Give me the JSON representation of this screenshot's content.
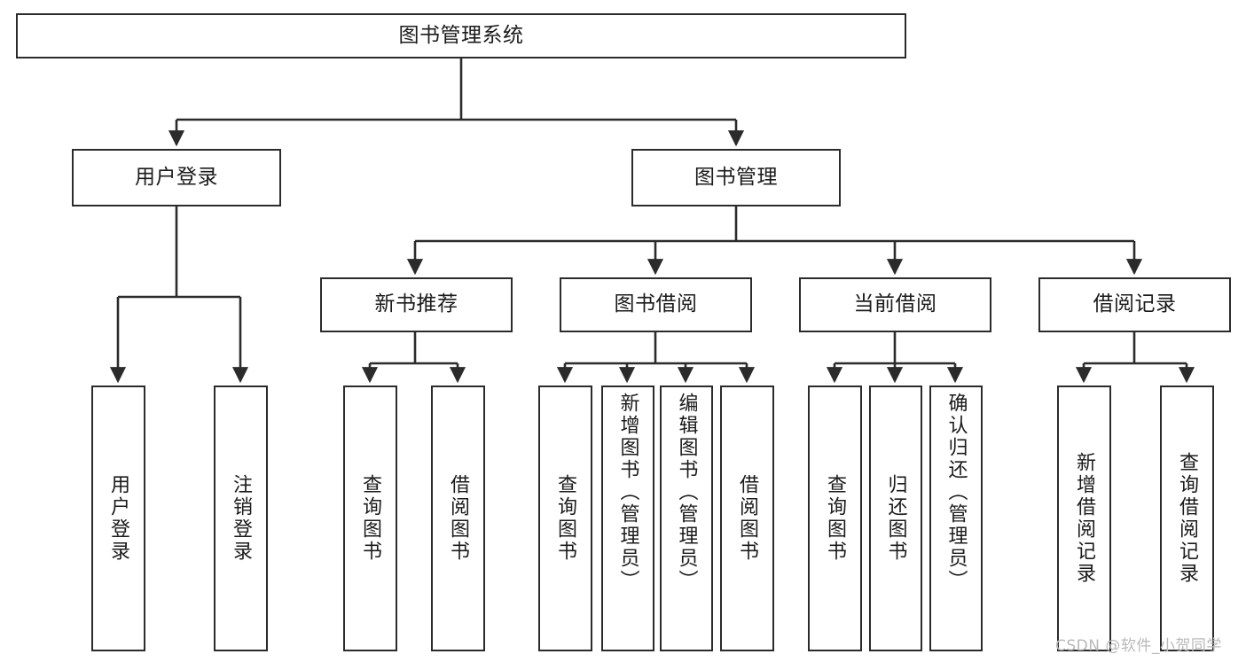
{
  "diagram": {
    "title": "图书管理系统",
    "type": "hierarchy-tree",
    "background": "#ffffff",
    "line_color": "#2b2b2b",
    "text_color": "#1b1b1b"
  },
  "nodes": {
    "root": {
      "label": "图书管理系统"
    },
    "level2": [
      {
        "id": "user-login",
        "label": "用户登录"
      },
      {
        "id": "book-management",
        "label": "图书管理"
      }
    ],
    "level3": [
      {
        "id": "new-book-recommend",
        "label": "新书推荐"
      },
      {
        "id": "book-borrow",
        "label": "图书借阅"
      },
      {
        "id": "current-borrow",
        "label": "当前借阅"
      },
      {
        "id": "borrow-record",
        "label": "借阅记录"
      }
    ],
    "leaves": {
      "user_login": [
        {
          "id": "leaf-user-login",
          "label": "用户登录"
        },
        {
          "id": "leaf-user-logout",
          "label": "注销登录"
        }
      ],
      "new_book_recommend": [
        {
          "id": "leaf-query-book-1",
          "label": "查询图书"
        },
        {
          "id": "leaf-borrow-book-1",
          "label": "借阅图书"
        }
      ],
      "book_borrow": [
        {
          "id": "leaf-query-book-2",
          "label": "查询图书"
        },
        {
          "id": "leaf-add-book",
          "label": "新增图书（管理员）"
        },
        {
          "id": "leaf-edit-book",
          "label": "编辑图书（管理员）"
        },
        {
          "id": "leaf-borrow-book-2",
          "label": "借阅图书"
        }
      ],
      "current_borrow": [
        {
          "id": "leaf-query-book-3",
          "label": "查询图书"
        },
        {
          "id": "leaf-return-book",
          "label": "归还图书"
        },
        {
          "id": "leaf-confirm-return",
          "label": "确认归还（管理员）"
        }
      ],
      "borrow_record": [
        {
          "id": "leaf-add-record",
          "label": "新增借阅记录"
        },
        {
          "id": "leaf-query-record",
          "label": "查询借阅记录"
        }
      ]
    }
  },
  "watermark": {
    "text": "CSDN @软件_小贺同学"
  },
  "chart_data": {
    "type": "table",
    "title": "图书管理系统",
    "xlabel": "",
    "ylabel": "",
    "tree": [
      {
        "label": "图书管理系统",
        "level": 1,
        "children": [
          {
            "label": "用户登录",
            "level": 2,
            "children": [
              {
                "label": "用户登录",
                "level": 3,
                "children": []
              },
              {
                "label": "注销登录",
                "level": 3,
                "children": []
              }
            ]
          },
          {
            "label": "图书管理",
            "level": 2,
            "children": [
              {
                "label": "新书推荐",
                "level": 3,
                "children": [
                  {
                    "label": "查询图书",
                    "level": 4,
                    "children": []
                  },
                  {
                    "label": "借阅图书",
                    "level": 4,
                    "children": []
                  }
                ]
              },
              {
                "label": "图书借阅",
                "level": 3,
                "children": [
                  {
                    "label": "查询图书",
                    "level": 4,
                    "children": []
                  },
                  {
                    "label": "新增图书（管理员）",
                    "level": 4,
                    "children": []
                  },
                  {
                    "label": "编辑图书（管理员）",
                    "level": 4,
                    "children": []
                  },
                  {
                    "label": "借阅图书",
                    "level": 4,
                    "children": []
                  }
                ]
              },
              {
                "label": "当前借阅",
                "level": 3,
                "children": [
                  {
                    "label": "查询图书",
                    "level": 4,
                    "children": []
                  },
                  {
                    "label": "归还图书",
                    "level": 4,
                    "children": []
                  },
                  {
                    "label": "确认归还（管理员）",
                    "level": 4,
                    "children": []
                  }
                ]
              },
              {
                "label": "借阅记录",
                "level": 3,
                "children": [
                  {
                    "label": "新增借阅记录",
                    "level": 4,
                    "children": []
                  },
                  {
                    "label": "查询借阅记录",
                    "level": 4,
                    "children": []
                  }
                ]
              }
            ]
          }
        ]
      }
    ]
  }
}
